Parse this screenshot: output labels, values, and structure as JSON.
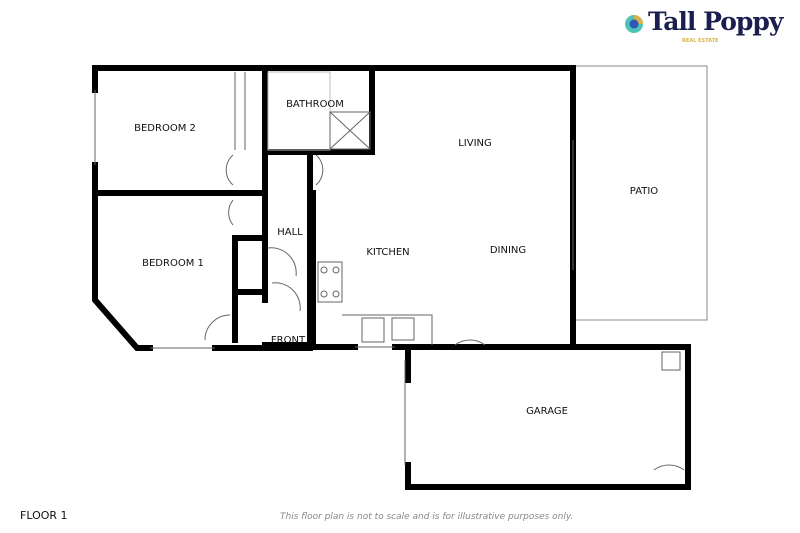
{
  "brand": {
    "name": "Tall Poppy",
    "tagline": "REAL ESTATE",
    "colors": {
      "navy": "#1b1f4f",
      "gold": "#d6b34a",
      "teal": "#4fc3b8",
      "blue": "#2d58b8"
    }
  },
  "rooms": {
    "bedroom2": "BEDROOM 2",
    "bathroom": "BATHROOM",
    "living": "LIVING",
    "patio": "PATIO",
    "hall": "HALL",
    "kitchen": "KITCHEN",
    "dining": "DINING",
    "bedroom1": "BEDROOM 1",
    "front": "FRONT",
    "garage": "GARAGE"
  },
  "floor_label": "FLOOR 1",
  "disclaimer": "This floor plan is not to scale and is for illustrative purposes only."
}
